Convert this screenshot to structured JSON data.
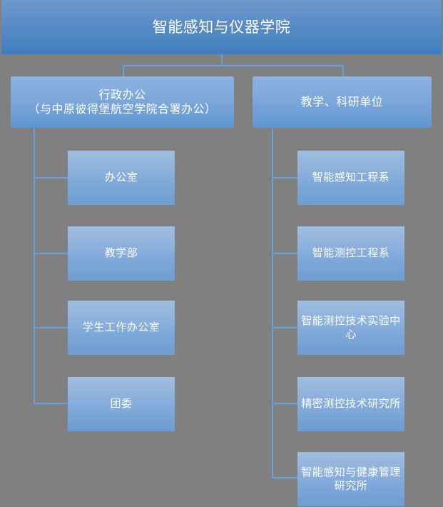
{
  "meta": {
    "diagram_type": "organization-chart",
    "background_color": "#808080",
    "line_color": "#66a3dd",
    "root_fill_top": "#6d99cc",
    "root_fill_bottom": "#3f7dbf",
    "node_fill_top": "#9ebedf",
    "node_fill_bottom": "#6e9dd2",
    "text_color": "#ffffff"
  },
  "root": {
    "label": "智能感知与仪器学院"
  },
  "branches": [
    {
      "id": "administration",
      "label": "行政办公\n（与中原彼得堡航空学院合署办公）",
      "line1": "行政办公",
      "line2": "（与中原彼得堡航空学院合署办公）",
      "children": [
        {
          "id": "office",
          "label": "办公室"
        },
        {
          "id": "teaching-dept",
          "label": "教学部"
        },
        {
          "id": "student-affairs",
          "label": "学生工作办公室"
        },
        {
          "id": "youth-league",
          "label": "团委"
        }
      ]
    },
    {
      "id": "academic-research",
      "label": "教学、科研单位",
      "children": [
        {
          "id": "intelligent-sensing-eng",
          "label": "智能感知工程系"
        },
        {
          "id": "intelligent-measurement-eng",
          "label": "智能测控工程系"
        },
        {
          "id": "measurement-tech-lab-center",
          "label": "智能测控技术实验中心"
        },
        {
          "id": "precision-measurement-inst",
          "label": "精密测控技术研究所"
        },
        {
          "id": "sensing-health-mgmt-inst",
          "label": "智能感知与健康管理研究所"
        }
      ]
    }
  ]
}
